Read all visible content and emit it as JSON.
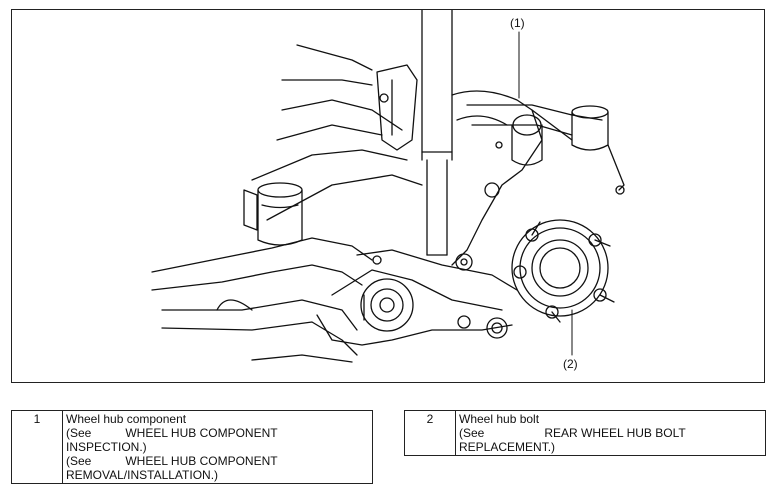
{
  "figure": {
    "callouts": [
      "(1)",
      "(2)"
    ]
  },
  "legend": [
    {
      "number": "1",
      "title": "Wheel hub component",
      "ref1_prefix": "(See",
      "ref1_title": "WHEEL HUB COMPONENT",
      "ref1_rest": "INSPECTION.)",
      "ref2_prefix": "(See",
      "ref2_title": "WHEEL HUB COMPONENT",
      "ref2_rest": "REMOVAL/INSTALLATION.)"
    },
    {
      "number": "2",
      "title": "Wheel hub bolt",
      "ref1_prefix": "(See",
      "ref1_title": "REAR WHEEL HUB BOLT",
      "ref1_rest": "REPLACEMENT.)"
    }
  ]
}
